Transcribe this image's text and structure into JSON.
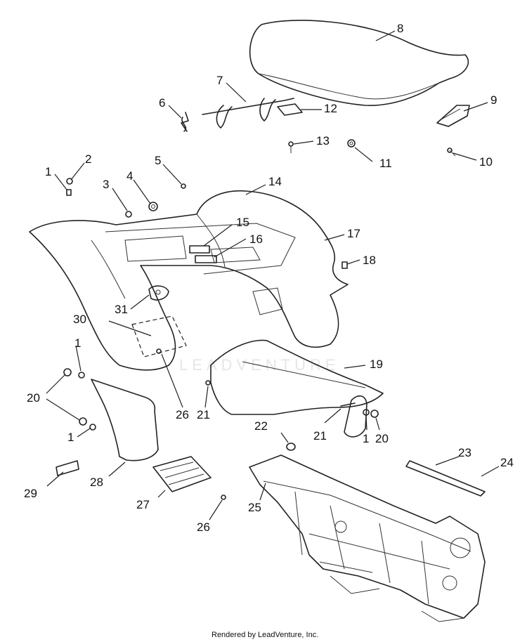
{
  "callouts": {
    "c1a": "1",
    "c1b": "1",
    "c1c": "1",
    "c1d": "1",
    "c2": "2",
    "c3": "3",
    "c4": "4",
    "c5": "5",
    "c6": "6",
    "c7": "7",
    "c8": "8",
    "c9": "9",
    "c10": "10",
    "c11": "11",
    "c12": "12",
    "c13": "13",
    "c14": "14",
    "c15": "15",
    "c16": "16",
    "c17": "17",
    "c18": "18",
    "c19": "19",
    "c20a": "20",
    "c20b": "20",
    "c21a": "21",
    "c21b": "21",
    "c22": "22",
    "c23": "23",
    "c24": "24",
    "c25": "25",
    "c26a": "26",
    "c26b": "26",
    "c27": "27",
    "c28": "28",
    "c29": "29",
    "c30": "30",
    "c31": "31"
  },
  "watermark": "LEADVENTURE",
  "footer": "Rendered by LeadVenture, Inc."
}
